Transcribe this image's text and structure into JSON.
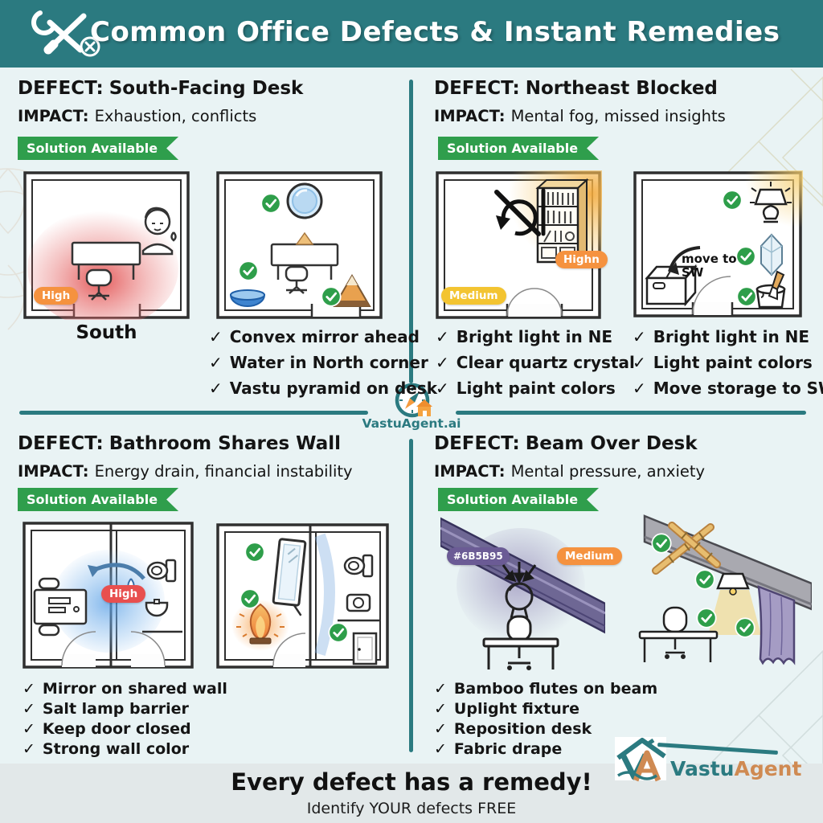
{
  "header": {
    "title": "Common Office Defects & Instant Remedies"
  },
  "icons": {
    "check": "✓",
    "cross": "✕"
  },
  "quadrants": {
    "q1": {
      "defect_label": "DEFECT:",
      "defect": "South-Facing Desk",
      "impact_label": "IMPACT:",
      "impact": "Exhaustion, conflicts",
      "ribbon": "Solution Available",
      "severity": "High",
      "direction": "South",
      "remedies": [
        "Convex mirror ahead",
        "Water in North corner",
        "Vastu pyramid on desk"
      ]
    },
    "q2": {
      "defect_label": "DEFECT:",
      "defect": "Northeast Blocked",
      "impact_label": "IMPACT:",
      "impact": "Mental fog, missed insights",
      "ribbon": "Solution Available",
      "severity_high": "Highn",
      "severity_medium": "Medium",
      "annotation": "move to SW",
      "remedies_left": [
        "Bright light in NE",
        "Clear quartz crystal",
        "Light paint colors"
      ],
      "remedies_right": [
        "Bright light in NE",
        "Light paint colors",
        "Move storage to SW"
      ]
    },
    "q3": {
      "defect_label": "DEFECT:",
      "defect": "Bathroom Shares Wall",
      "impact_label": "IMPACT:",
      "impact": "Energy drain, financial instability",
      "ribbon": "Solution Available",
      "severity": "High",
      "remedies": [
        "Mirror on shared wall",
        "Salt lamp barrier",
        "Keep door closed",
        "Strong wall color"
      ]
    },
    "q4": {
      "defect_label": "DEFECT:",
      "defect": "Beam Over Desk",
      "impact_label": "IMPACT:",
      "impact": "Mental pressure, anxiety",
      "ribbon": "Solution Available",
      "color_badge": "#6B5B95",
      "severity": "Medium",
      "remedies": [
        "Bamboo flutes on beam",
        "Uplight fixture",
        "Reposition desk",
        "Fabric drape"
      ]
    }
  },
  "center": {
    "brand": "VastuAgent.ai"
  },
  "footer": {
    "headline": "Every defect has a remedy!",
    "subline": "Identify YOUR defects FREE",
    "brand_part1": "Vastu",
    "brand_part2": "Agent"
  },
  "colors": {
    "teal": "#2b7a80",
    "ribbon_green": "#2f9e4c",
    "check_green": "#2e9e4a",
    "orange": "#f5923f",
    "yellow": "#f3c431",
    "red": "#e84f4f",
    "purple": "#6b5b95",
    "brand_orange": "#cf8a52"
  }
}
